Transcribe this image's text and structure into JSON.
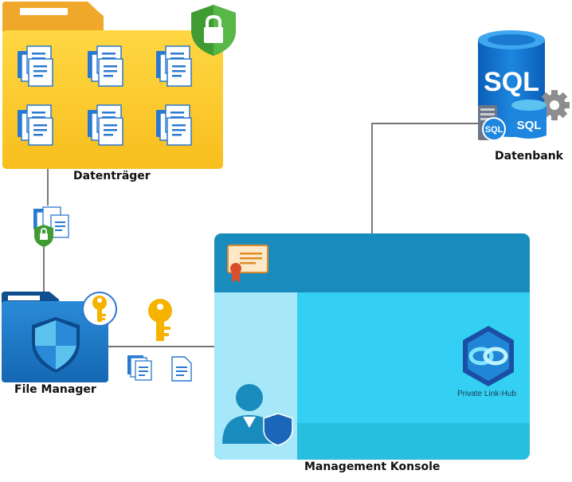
{
  "nodes": {
    "storage": {
      "label": "Datenträger"
    },
    "database": {
      "label": "Datenbank",
      "icon_text_large": "SQL",
      "icon_text_small": "SQL",
      "icon_text_server": "SQL"
    },
    "file_manager": {
      "label": "File Manager"
    },
    "console": {
      "label": "Management Konsole",
      "hub_label": "Private Link-Hub"
    }
  },
  "icons": {
    "folder": "folder-icon",
    "lock_shield": "lock-shield-icon",
    "document": "document-icon",
    "key": "key-icon",
    "certificate": "certificate-icon",
    "user": "user-icon",
    "link_hub": "private-link-hub-icon",
    "gear": "gear-icon"
  },
  "colors": {
    "folder": "#fdc72e",
    "folder_tab": "#f0a82a",
    "shield_green": "#3f9b32",
    "doc_blue": "#2a79d0",
    "key_gold": "#f5b300",
    "console_header": "#1a8bbd",
    "console_body": "#33d0f3",
    "console_sidebar": "#a6e7f9",
    "sql_blue": "#0a6fcf",
    "line": "#222222"
  }
}
